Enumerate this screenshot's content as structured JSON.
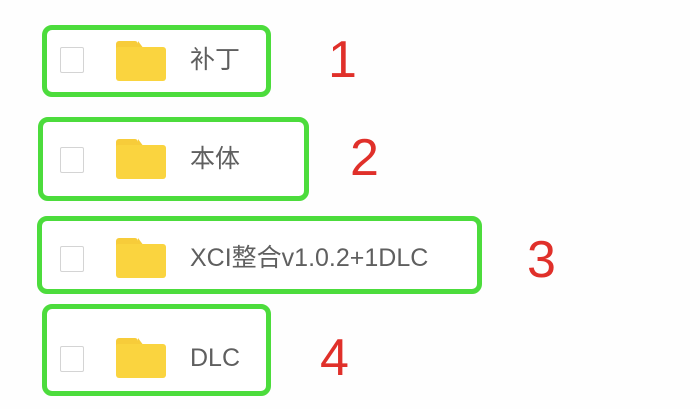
{
  "colors": {
    "highlight_border": "#4cdc3c",
    "annotation_number": "#e0302a",
    "folder": "#fad43f",
    "label_text": "#5f5f5f",
    "checkbox_border": "#d4d4d4"
  },
  "items": [
    {
      "name": "补丁",
      "annotation": "1",
      "icon": "folder-icon",
      "checked": false
    },
    {
      "name": "本体",
      "annotation": "2",
      "icon": "folder-icon",
      "checked": false
    },
    {
      "name": "XCI整合v1.0.2+1DLC",
      "annotation": "3",
      "icon": "folder-icon",
      "checked": false
    },
    {
      "name": "DLC",
      "annotation": "4",
      "icon": "folder-icon",
      "checked": false
    }
  ]
}
